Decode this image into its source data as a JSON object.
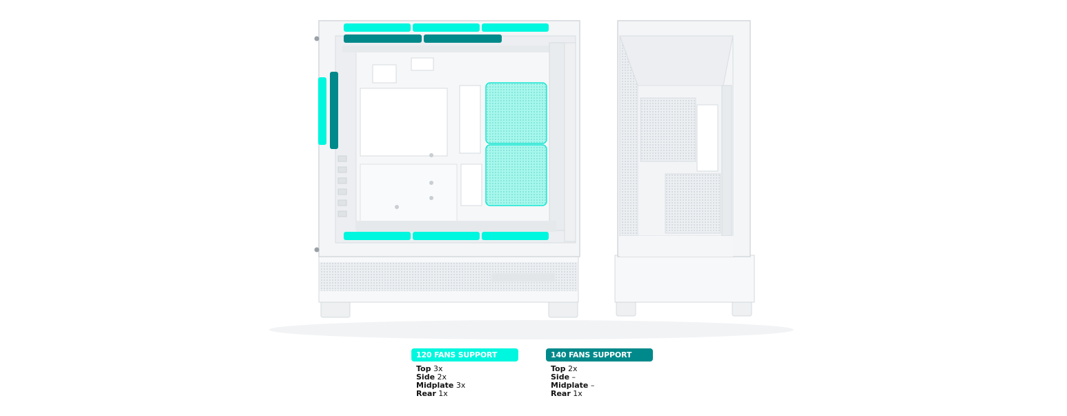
{
  "colors": {
    "fan120": "#00f7df",
    "fan140": "#00898a",
    "case_white": "#f3f4f6",
    "case_line": "#d4d8dc"
  },
  "legend": [
    {
      "title": "120 FANS SUPPORT",
      "color": "#00f7df",
      "items": [
        {
          "label": "Top",
          "value": "3x"
        },
        {
          "label": "Side",
          "value": "2x"
        },
        {
          "label": "Midplate",
          "value": "3x"
        },
        {
          "label": "Rear",
          "value": "1x"
        }
      ]
    },
    {
      "title": "140 FANS SUPPORT",
      "color": "#00898a",
      "items": [
        {
          "label": "Top",
          "value": "2x"
        },
        {
          "label": "Side",
          "value": "–"
        },
        {
          "label": "Midplate",
          "value": "–"
        },
        {
          "label": "Rear",
          "value": "1x"
        }
      ]
    }
  ]
}
